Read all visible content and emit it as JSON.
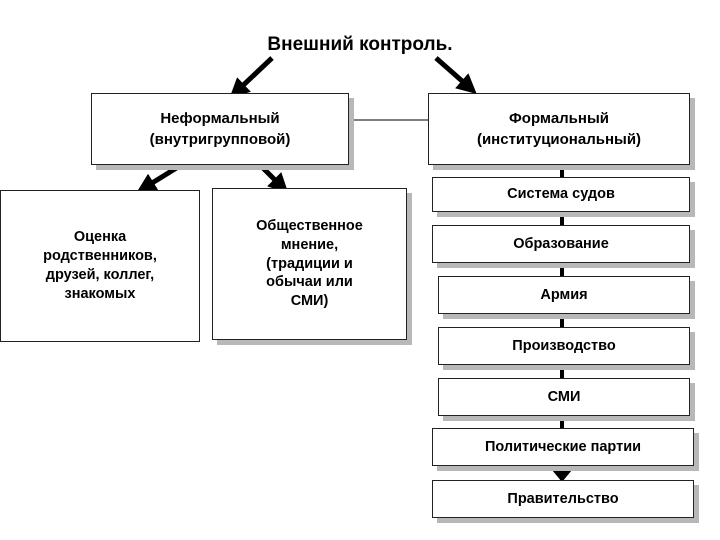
{
  "title": "Внешний контроль.",
  "informal": {
    "label": "Неформальный\n(внутригрупповой)",
    "children": [
      "Оценка\nродственников,\nдрузей, коллег,\nзнакомых",
      "Общественное\nмнение,\n(традиции и\nобычаи или\nСМИ)"
    ]
  },
  "formal": {
    "label": "Формальный\n(институциональный)",
    "items": [
      "Система судов",
      "Образование",
      "Армия",
      "Производство",
      "СМИ",
      "Политические партии",
      "Правительство"
    ]
  },
  "colors": {
    "border": "#222222",
    "shadow": "#b8b8b8",
    "arrow": "#000000"
  }
}
